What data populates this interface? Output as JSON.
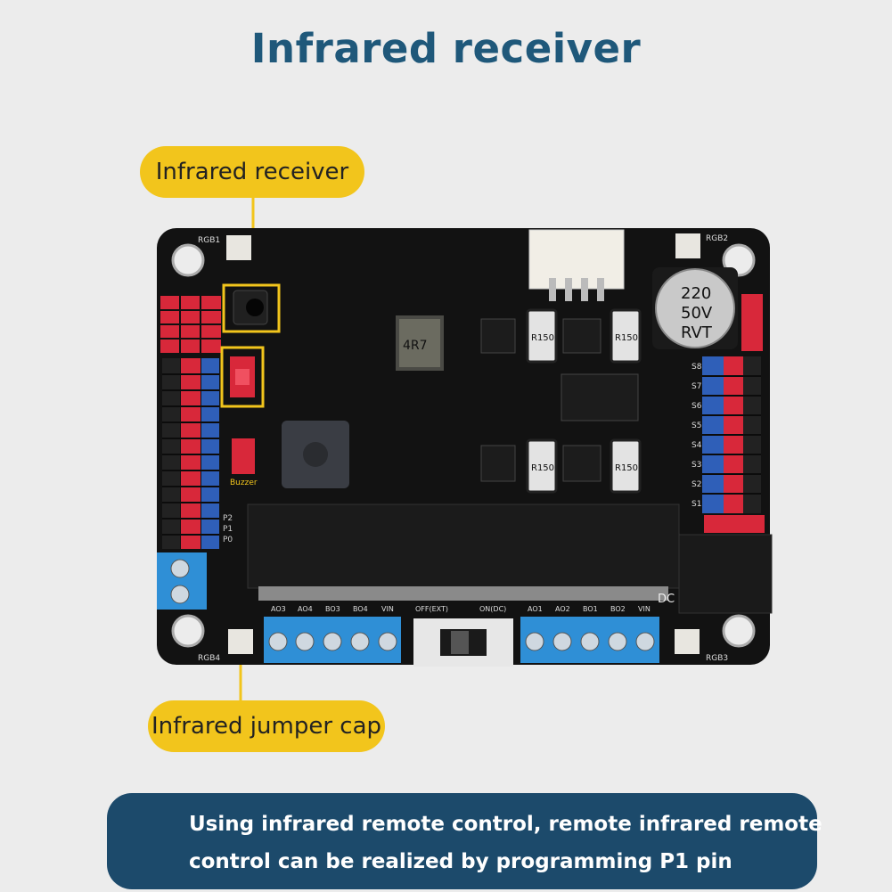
{
  "title": "Infrared receiver",
  "callouts": {
    "receiver_label": "Infrared receiver",
    "jumper_label": "Infrared jumper cap"
  },
  "description": {
    "line1": "Using infrared remote control, remote infrared remote",
    "line2": "control can be realized by programming P1 pin"
  },
  "board": {
    "rgb_labels": [
      "RGB1",
      "RGB2",
      "RGB3",
      "RGB4"
    ],
    "capacitor_text": [
      "220",
      "50V",
      "RVT"
    ],
    "inductor_text": "4R7",
    "resistor_text": "R150",
    "buzzer_label": "Buzzer",
    "dc_label": "DC",
    "switch_labels": [
      "OFF(EXT)",
      "ON(DC)"
    ],
    "terminal_labels_left": [
      "AO3",
      "AO4",
      "BO3",
      "BO4",
      "VIN"
    ],
    "terminal_labels_right": [
      "AO1",
      "AO2",
      "BO1",
      "BO2",
      "VIN"
    ],
    "servo_labels": [
      "S8",
      "S7",
      "S6",
      "S5",
      "S4",
      "S3",
      "S2",
      "S1"
    ],
    "pin_labels": [
      "P2",
      "P1",
      "P0"
    ]
  },
  "colors": {
    "accent_yellow": "#f2c51c",
    "title_blue": "#1f587a",
    "panel_blue": "#1c4a6b",
    "pcb_black": "#121212",
    "header_red": "#d8283a",
    "header_blue": "#2f5fb8",
    "terminal_blue": "#2f8fd6"
  }
}
